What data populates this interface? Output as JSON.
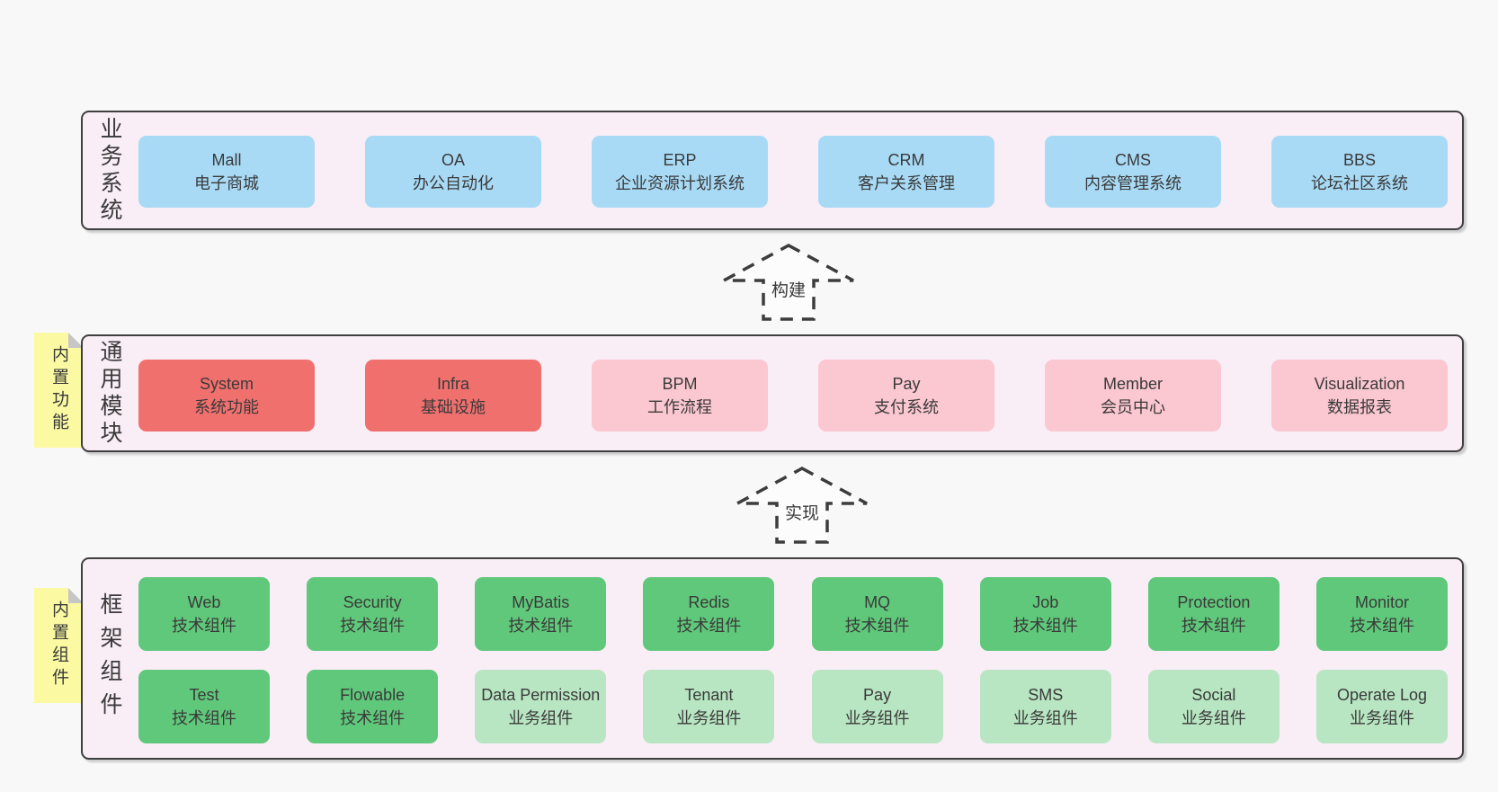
{
  "colors": {
    "page_bg": "#f8f8f8",
    "panel_bg": "#f9edf6",
    "panel_border": "#3f3f3f",
    "blue_box": "#a8daf5",
    "red_box": "#f0706e",
    "pink_box": "#fbc7d0",
    "green_box": "#5fc87a",
    "light_green_box": "#b8e6c2",
    "sticky_bg": "#fbf9a2",
    "sticky_fold": "#c6c6c6",
    "text": "#3a3a3a"
  },
  "panels": {
    "business": {
      "label": "业务系统",
      "boxes": [
        {
          "title": "Mall",
          "subtitle": "电子商城"
        },
        {
          "title": "OA",
          "subtitle": "办公自动化"
        },
        {
          "title": "ERP",
          "subtitle": "企业资源计划系统"
        },
        {
          "title": "CRM",
          "subtitle": "客户关系管理"
        },
        {
          "title": "CMS",
          "subtitle": "内容管理系统"
        },
        {
          "title": "BBS",
          "subtitle": "论坛社区系统"
        }
      ]
    },
    "modules": {
      "label": "通用模块",
      "sticky": "内置功能",
      "boxes": [
        {
          "title": "System",
          "subtitle": "系统功能",
          "variant": "red"
        },
        {
          "title": "Infra",
          "subtitle": "基础设施",
          "variant": "red"
        },
        {
          "title": "BPM",
          "subtitle": "工作流程",
          "variant": "pink"
        },
        {
          "title": "Pay",
          "subtitle": "支付系统",
          "variant": "pink"
        },
        {
          "title": "Member",
          "subtitle": "会员中心",
          "variant": "pink"
        },
        {
          "title": "Visualization",
          "subtitle": "数据报表",
          "variant": "pink"
        }
      ]
    },
    "framework": {
      "label": "框架组件",
      "sticky": "内置组件",
      "row1": [
        {
          "title": "Web",
          "subtitle": "技术组件",
          "variant": "green"
        },
        {
          "title": "Security",
          "subtitle": "技术组件",
          "variant": "green"
        },
        {
          "title": "MyBatis",
          "subtitle": "技术组件",
          "variant": "green"
        },
        {
          "title": "Redis",
          "subtitle": "技术组件",
          "variant": "green"
        },
        {
          "title": "MQ",
          "subtitle": "技术组件",
          "variant": "green"
        },
        {
          "title": "Job",
          "subtitle": "技术组件",
          "variant": "green"
        },
        {
          "title": "Protection",
          "subtitle": "技术组件",
          "variant": "green"
        },
        {
          "title": "Monitor",
          "subtitle": "技术组件",
          "variant": "green"
        }
      ],
      "row2": [
        {
          "title": "Test",
          "subtitle": "技术组件",
          "variant": "green"
        },
        {
          "title": "Flowable",
          "subtitle": "技术组件",
          "variant": "green"
        },
        {
          "title": "Data Permission",
          "subtitle": "业务组件",
          "variant": "light-green"
        },
        {
          "title": "Tenant",
          "subtitle": "业务组件",
          "variant": "light-green"
        },
        {
          "title": "Pay",
          "subtitle": "业务组件",
          "variant": "light-green"
        },
        {
          "title": "SMS",
          "subtitle": "业务组件",
          "variant": "light-green"
        },
        {
          "title": "Social",
          "subtitle": "业务组件",
          "variant": "light-green"
        },
        {
          "title": "Operate Log",
          "subtitle": "业务组件",
          "variant": "light-green"
        }
      ]
    }
  },
  "arrows": [
    {
      "label": "构建"
    },
    {
      "label": "实现"
    }
  ]
}
